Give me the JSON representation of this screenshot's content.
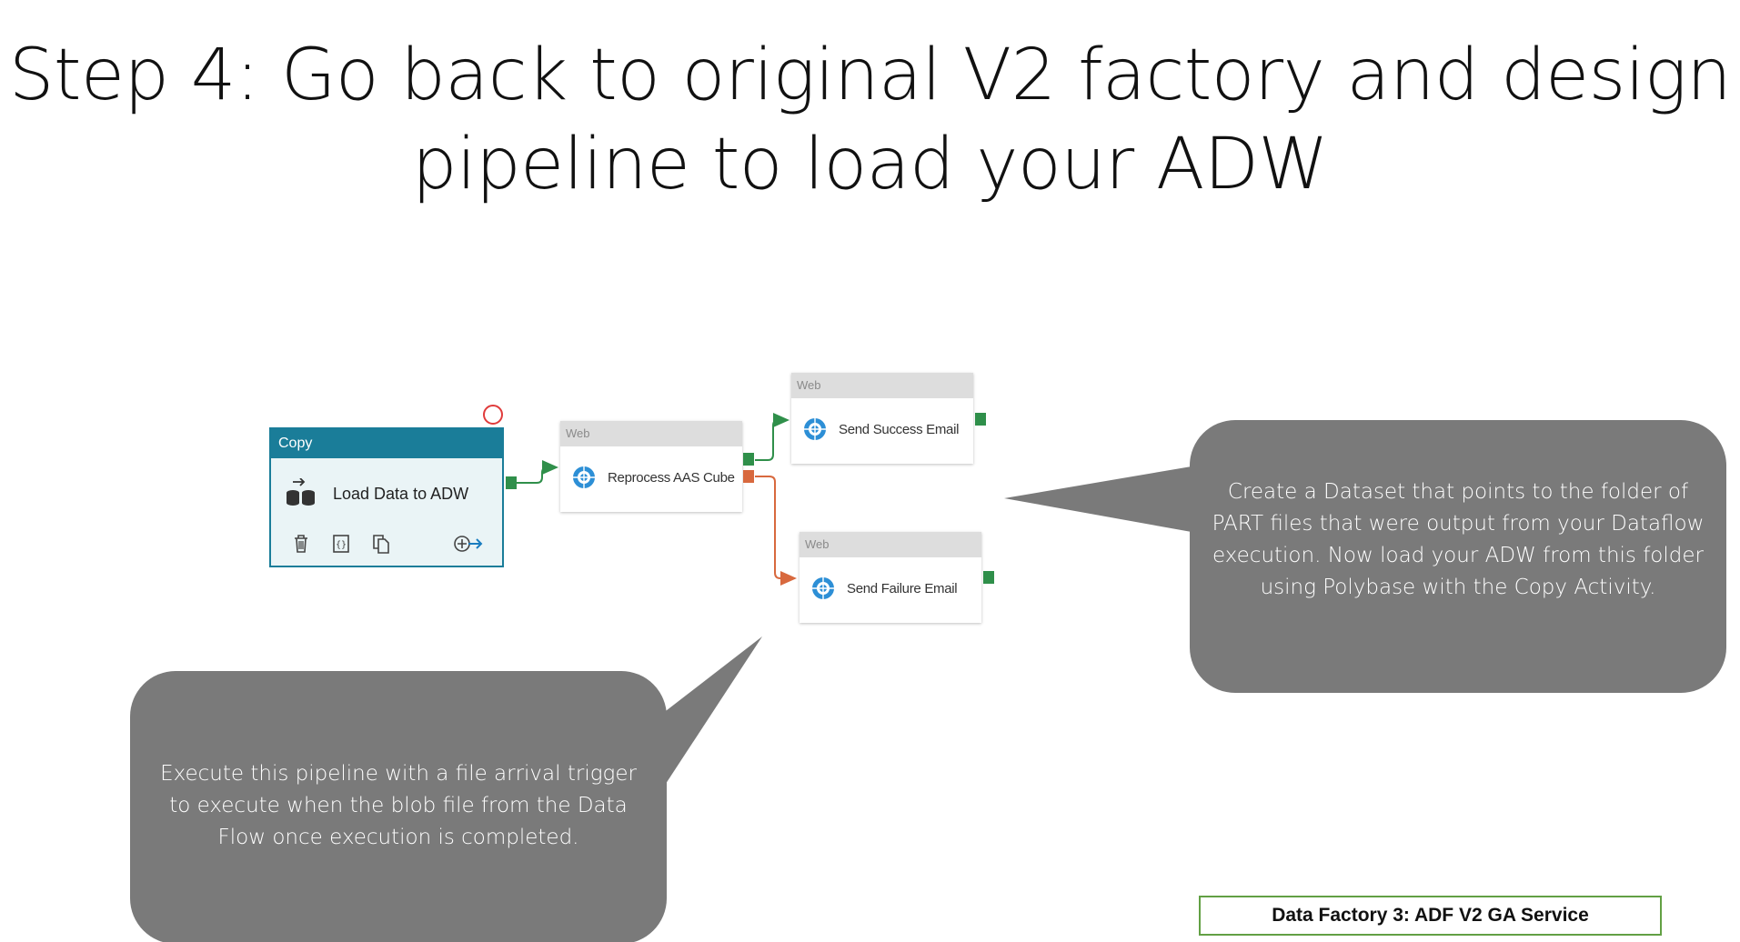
{
  "slide": {
    "title_line1": "Step 4: Go back to original V2 factory and design",
    "title_line2": "pipeline to load your ADW"
  },
  "pipeline": {
    "copy_activity": {
      "type_label": "Copy",
      "name": "Load Data to ADW",
      "icons": [
        "database-copy-icon",
        "delete-icon",
        "code-braces-icon",
        "clone-icon",
        "add-output-icon"
      ]
    },
    "web_activities": [
      {
        "type_label": "Web",
        "name": "Reprocess AAS Cube"
      },
      {
        "type_label": "Web",
        "name": "Send Success Email"
      },
      {
        "type_label": "Web",
        "name": "Send Failure Email"
      }
    ],
    "colors": {
      "success": "#2f8f4a",
      "failure": "#d8693e",
      "copy_accent": "#1a7d99",
      "error": "#e03b3b"
    }
  },
  "callouts": {
    "right": "Create a Dataset that points to the folder of PART files that were output from your Dataflow execution. Now load your ADW from this folder using Polybase with the Copy Activity.",
    "left": "Execute this pipeline with a file arrival trigger to execute when the blob file from the Data Flow once execution is completed."
  },
  "footer": {
    "label": "Data Factory 3: ADF V2 GA Service"
  }
}
